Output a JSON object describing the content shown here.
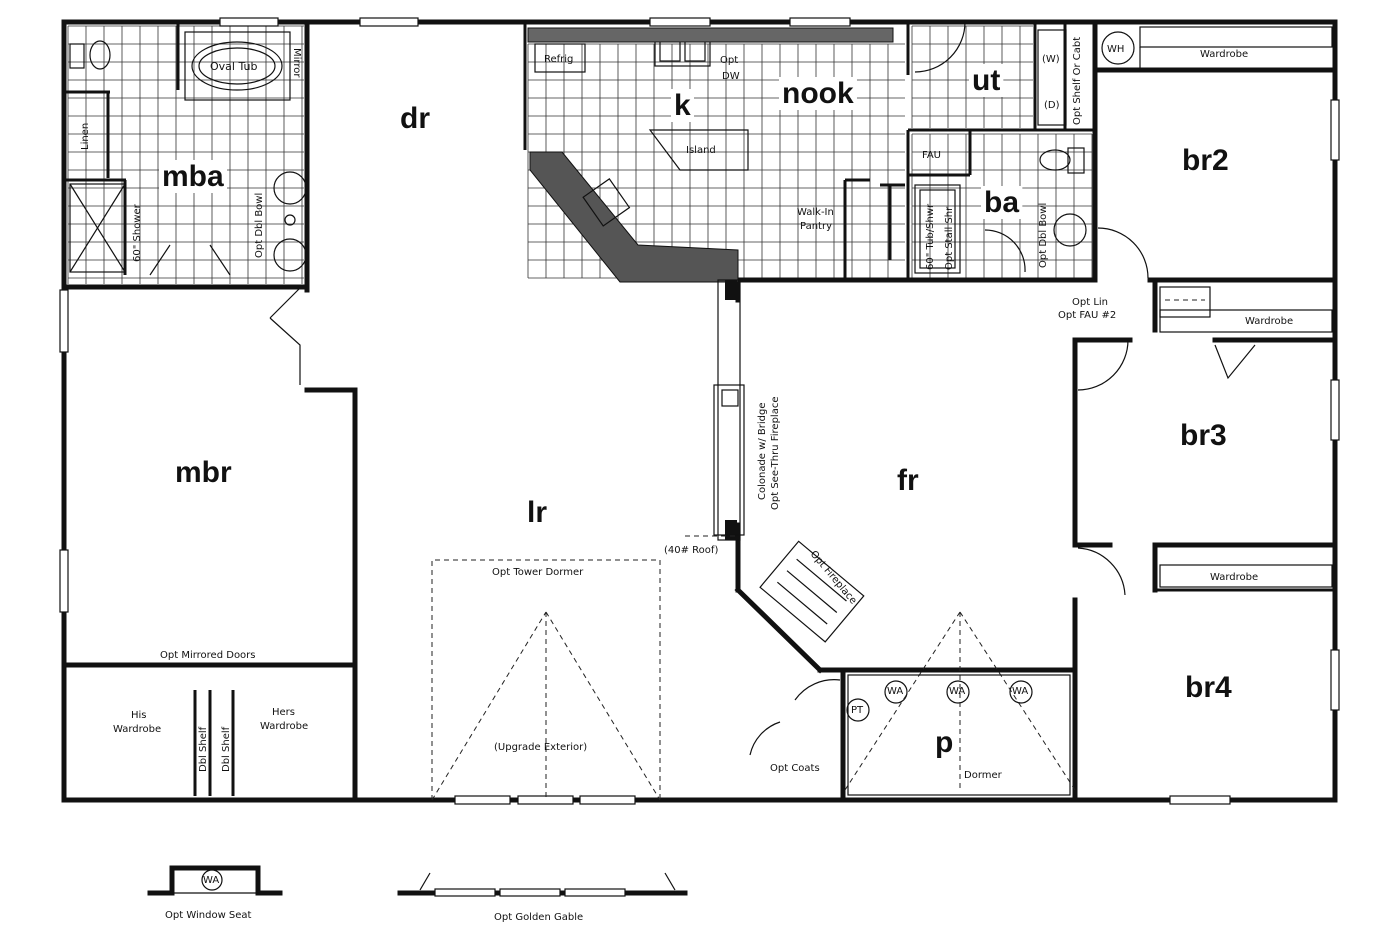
{
  "rooms": {
    "dr": "dr",
    "k": "k",
    "nook": "nook",
    "ut": "ut",
    "br2": "br2",
    "mba": "mba",
    "ba": "ba",
    "mbr": "mbr",
    "lr": "lr",
    "fr": "fr",
    "br3": "br3",
    "br4": "br4",
    "p": "p"
  },
  "labels": {
    "oval_tub": "Oval Tub",
    "mirror": "Mirror",
    "linen": "Linen",
    "shower": "60\" Shower",
    "opt_dbl_bowl_mba": "Opt Dbl Bowl",
    "refrig": "Refrig",
    "opt": "Opt",
    "dw": "DW",
    "island": "Island",
    "walk_in": "Walk-In",
    "pantry": "Pantry",
    "w": "(W)",
    "d": "(D)",
    "opt_shelf": "Opt Shelf Or Cabt",
    "wh": "WH",
    "fau": "FAU",
    "tub_shwr": "60\" Tub/Shwr",
    "opt_stall_shr": "Opt Stall Shr",
    "opt_dbl_bowl_ba": "Opt Dbl Bowl",
    "wardrobe_br2": "Wardrobe",
    "opt_lin": "Opt Lin",
    "opt_fau2": "Opt FAU #2",
    "wardrobe_br3": "Wardrobe",
    "wardrobe_br4": "Wardrobe",
    "colonade": "Colonade w/ Bridge",
    "see_thru": "Opt See-Thru Fireplace",
    "roof": "(40# Roof)",
    "opt_fireplace": "Opt Fireplace",
    "opt_tower_dormer": "Opt Tower Dormer",
    "upgrade_exterior": "(Upgrade Exterior)",
    "opt_mirrored_doors": "Opt Mirrored Doors",
    "his": "His",
    "his_wardrobe": "Wardrobe",
    "hers": "Hers",
    "hers_wardrobe": "Wardrobe",
    "dbl_shelf_1": "Dbl Shelf",
    "dbl_shelf_2": "Dbl Shelf",
    "opt_coats": "Opt Coats",
    "dormer": "Dormer",
    "wa": "WA",
    "pt": "PT",
    "opt_window_seat": "Opt Window Seat",
    "opt_golden_gable": "Opt Golden Gable"
  }
}
